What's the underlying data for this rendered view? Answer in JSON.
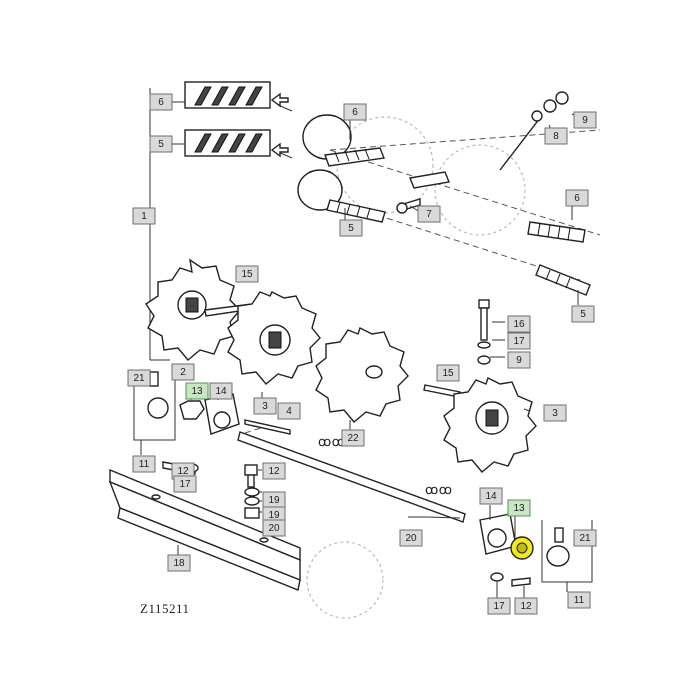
{
  "diagram": {
    "drawing_code": "Z115211",
    "callouts": [
      "6",
      "5",
      "1",
      "6",
      "5",
      "7",
      "8",
      "9",
      "6",
      "5",
      "15",
      "2",
      "3",
      "4",
      "22",
      "15",
      "3",
      "16",
      "17",
      "9",
      "21",
      "13",
      "14",
      "11",
      "12",
      "17",
      "12",
      "19",
      "19",
      "20",
      "18",
      "20",
      "14",
      "13",
      "21",
      "17",
      "12",
      "11"
    ],
    "highlighted_part": "13",
    "colors": {
      "callout_fill": "#d9d9d9",
      "callout_highlight": "#c8e6c4",
      "part_highlight": "#f2ea1e",
      "line": "#222222"
    }
  }
}
